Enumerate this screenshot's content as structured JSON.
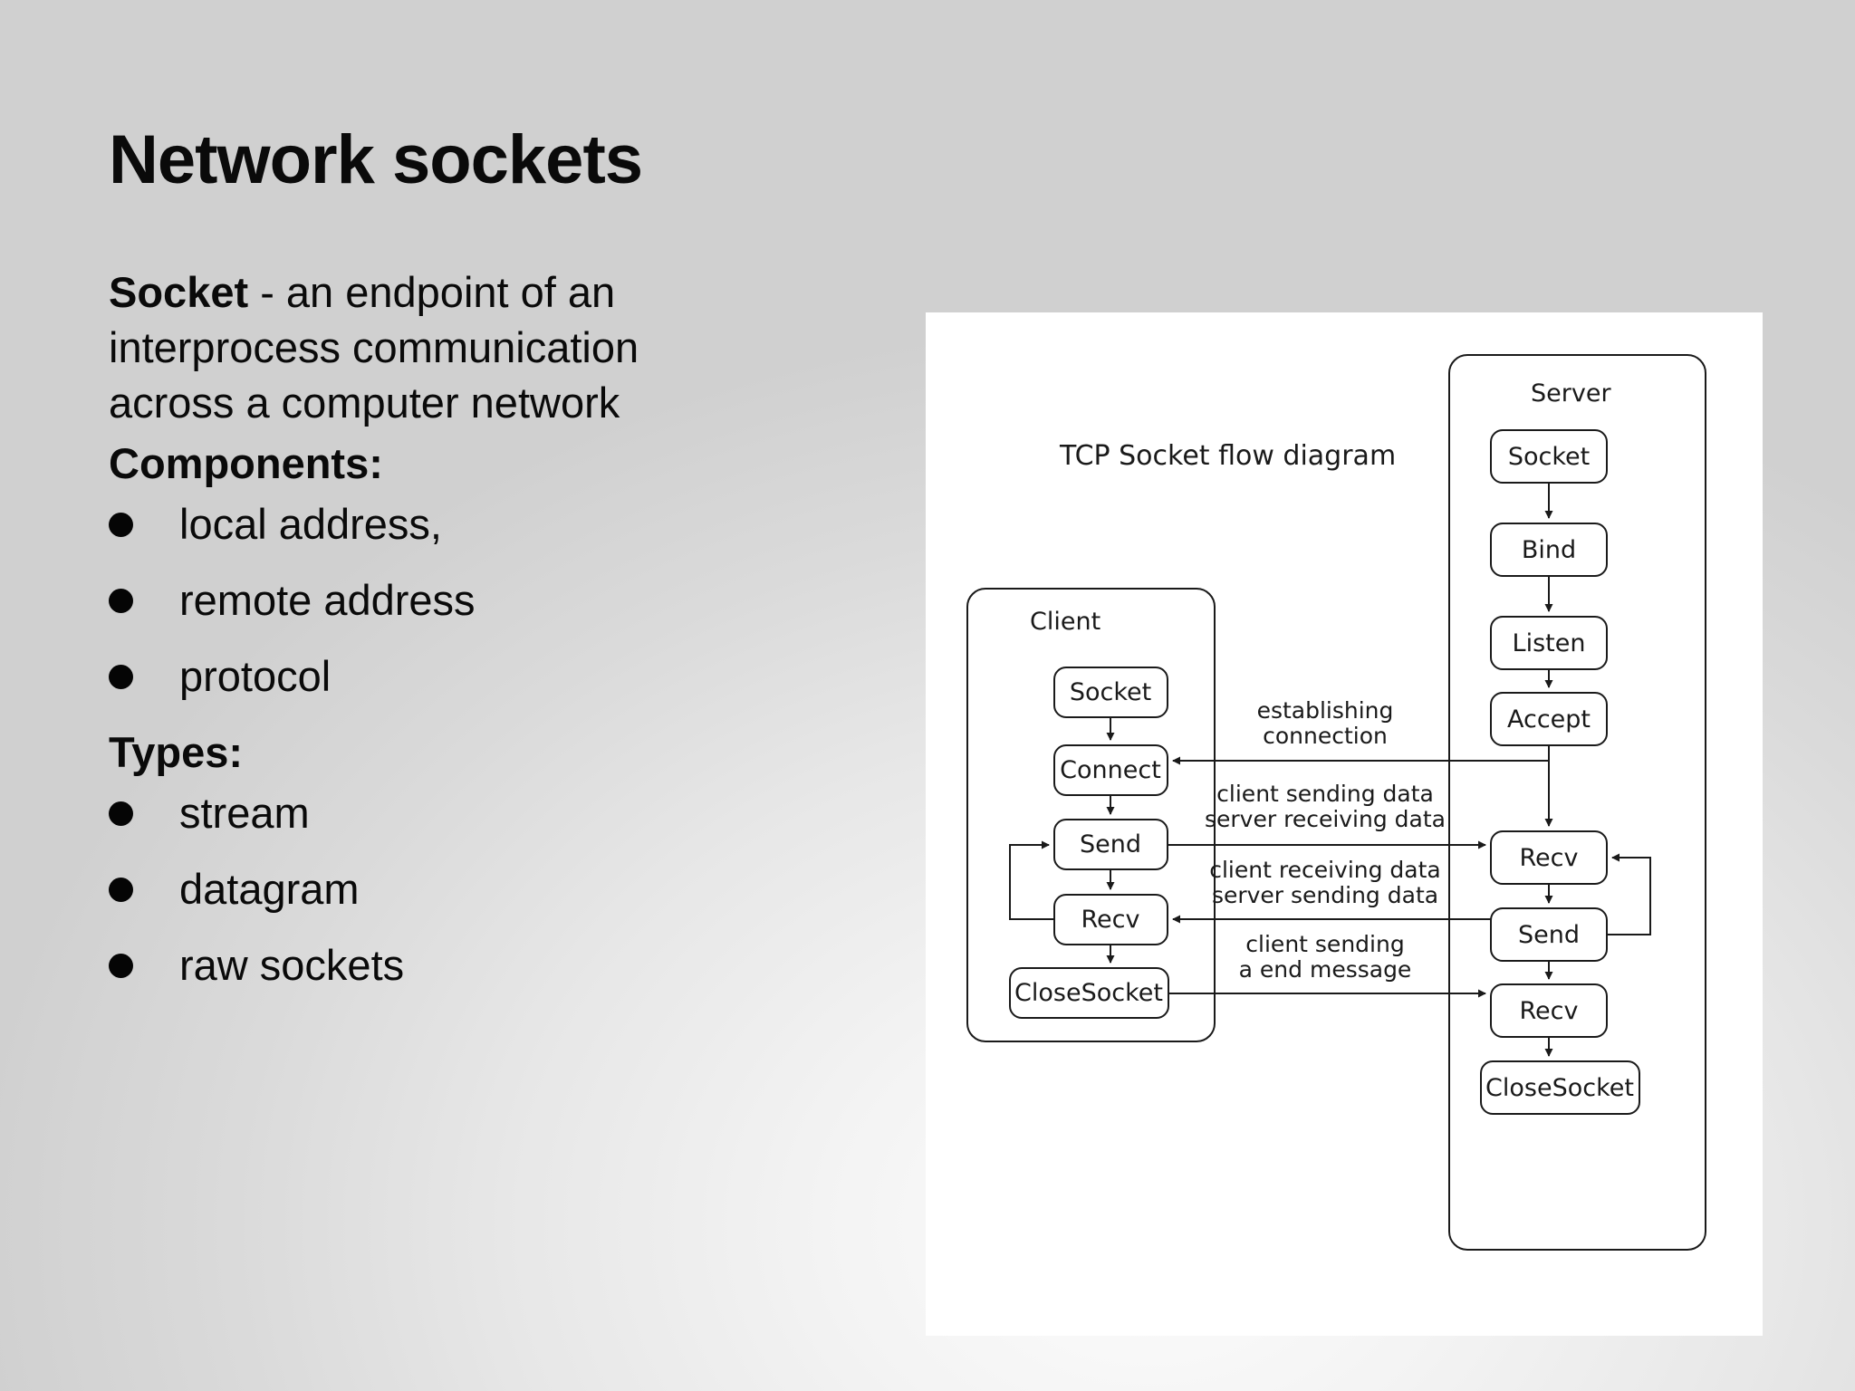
{
  "slide": {
    "title": "Network sockets",
    "background_top_color": "#d4d4d4",
    "background_center_color": "#fdfdfd"
  },
  "left_column": {
    "definition": {
      "term": "Socket",
      "rest": " - an endpoint of an interprocess communication across a computer network"
    },
    "sections": [
      {
        "heading": "Components:",
        "items": [
          "local address,",
          "remote address",
          "protocol"
        ]
      },
      {
        "heading": "Types:",
        "items": [
          "stream",
          "datagram",
          "raw sockets"
        ]
      }
    ]
  },
  "diagram": {
    "title": "TCP Socket flow diagram",
    "client": {
      "label": "Client",
      "steps": [
        "Socket",
        "Connect",
        "Send",
        "Recv",
        "CloseSocket"
      ]
    },
    "server": {
      "label": "Server",
      "steps": [
        "Socket",
        "Bind",
        "Listen",
        "Accept",
        "Recv",
        "Send",
        "Recv",
        "CloseSocket"
      ]
    },
    "annotations": [
      {
        "line1": "establishing",
        "line2": "connection"
      },
      {
        "line1": "client sending data",
        "line2": "server receiving data"
      },
      {
        "line1": "client receiving data",
        "line2": "server sending data"
      },
      {
        "line1": "client sending",
        "line2": "a end message"
      }
    ],
    "stroke_color": "#1a1a1a",
    "box_fill": "#ffffff"
  }
}
